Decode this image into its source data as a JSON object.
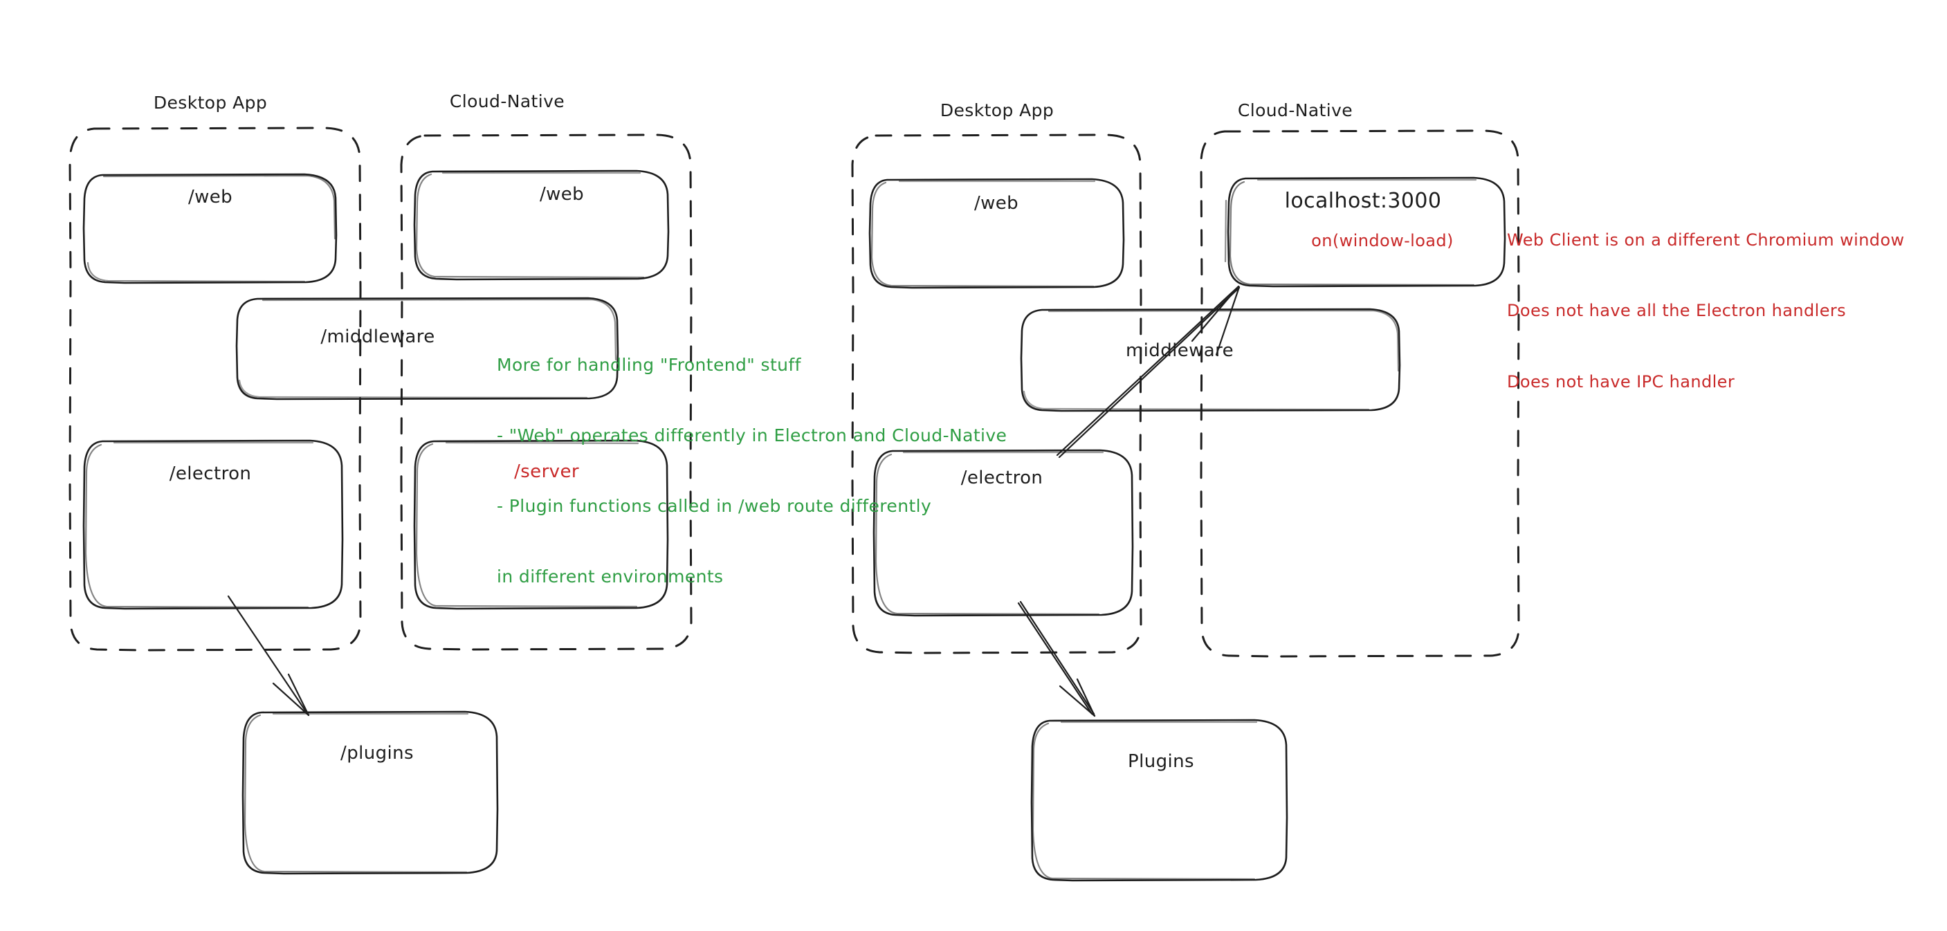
{
  "diagram": {
    "title": "Electron vs Cloud-Native architecture comparison",
    "colors": {
      "stroke": "#1e1e1e",
      "green_note": "#2f9e44",
      "red_note": "#c92a2a",
      "background": "#ffffff"
    }
  },
  "panels": [
    {
      "id": "left",
      "groups": [
        {
          "id": "left-desktop-app",
          "title": "Desktop App"
        },
        {
          "id": "left-cloud-native",
          "title": "Cloud-Native"
        }
      ],
      "boxes": [
        {
          "id": "left-desktop-web",
          "label": "/web",
          "color": "black"
        },
        {
          "id": "left-cloud-web",
          "label": "/web",
          "color": "black"
        },
        {
          "id": "left-middleware",
          "label": "/middleware",
          "color": "black"
        },
        {
          "id": "left-electron",
          "label": "/electron",
          "color": "black"
        },
        {
          "id": "left-server",
          "label": "/server",
          "color": "red"
        },
        {
          "id": "left-plugins",
          "label": "/plugins",
          "color": "black"
        }
      ],
      "annotations": [
        {
          "id": "left-green-note",
          "color": "green",
          "lines": [
            "More for handling \"Frontend\" stuff",
            "- \"Web\" operates differently in Electron and Cloud-Native",
            "- Plugin functions called in /web route differently",
            "in different environments"
          ]
        }
      ],
      "arrows": [
        {
          "id": "left-electron-to-plugins",
          "from": "/electron",
          "to": "/plugins"
        }
      ]
    },
    {
      "id": "right",
      "groups": [
        {
          "id": "right-desktop-app",
          "title": "Desktop App"
        },
        {
          "id": "right-cloud-native",
          "title": "Cloud-Native"
        }
      ],
      "boxes": [
        {
          "id": "right-desktop-web",
          "label": "/web",
          "color": "black"
        },
        {
          "id": "right-localhost",
          "label": "localhost:3000",
          "sublabel": "on(window-load)",
          "color": "black",
          "sublabel_color": "red"
        },
        {
          "id": "right-middleware",
          "label": "middleware",
          "color": "black"
        },
        {
          "id": "right-electron",
          "label": "/electron",
          "color": "black"
        },
        {
          "id": "right-plugins",
          "label": "Plugins",
          "color": "black"
        }
      ],
      "annotations": [
        {
          "id": "right-red-note",
          "color": "red",
          "lines": [
            "Web Client is on a different Chromium window",
            "Does not have all the Electron handlers",
            "Does not have IPC handler"
          ]
        }
      ],
      "arrows": [
        {
          "id": "right-electron-to-plugins",
          "from": "/electron",
          "to": "Plugins"
        },
        {
          "id": "right-electron-to-localhost",
          "from": "/electron",
          "to": "localhost:3000"
        }
      ]
    }
  ]
}
